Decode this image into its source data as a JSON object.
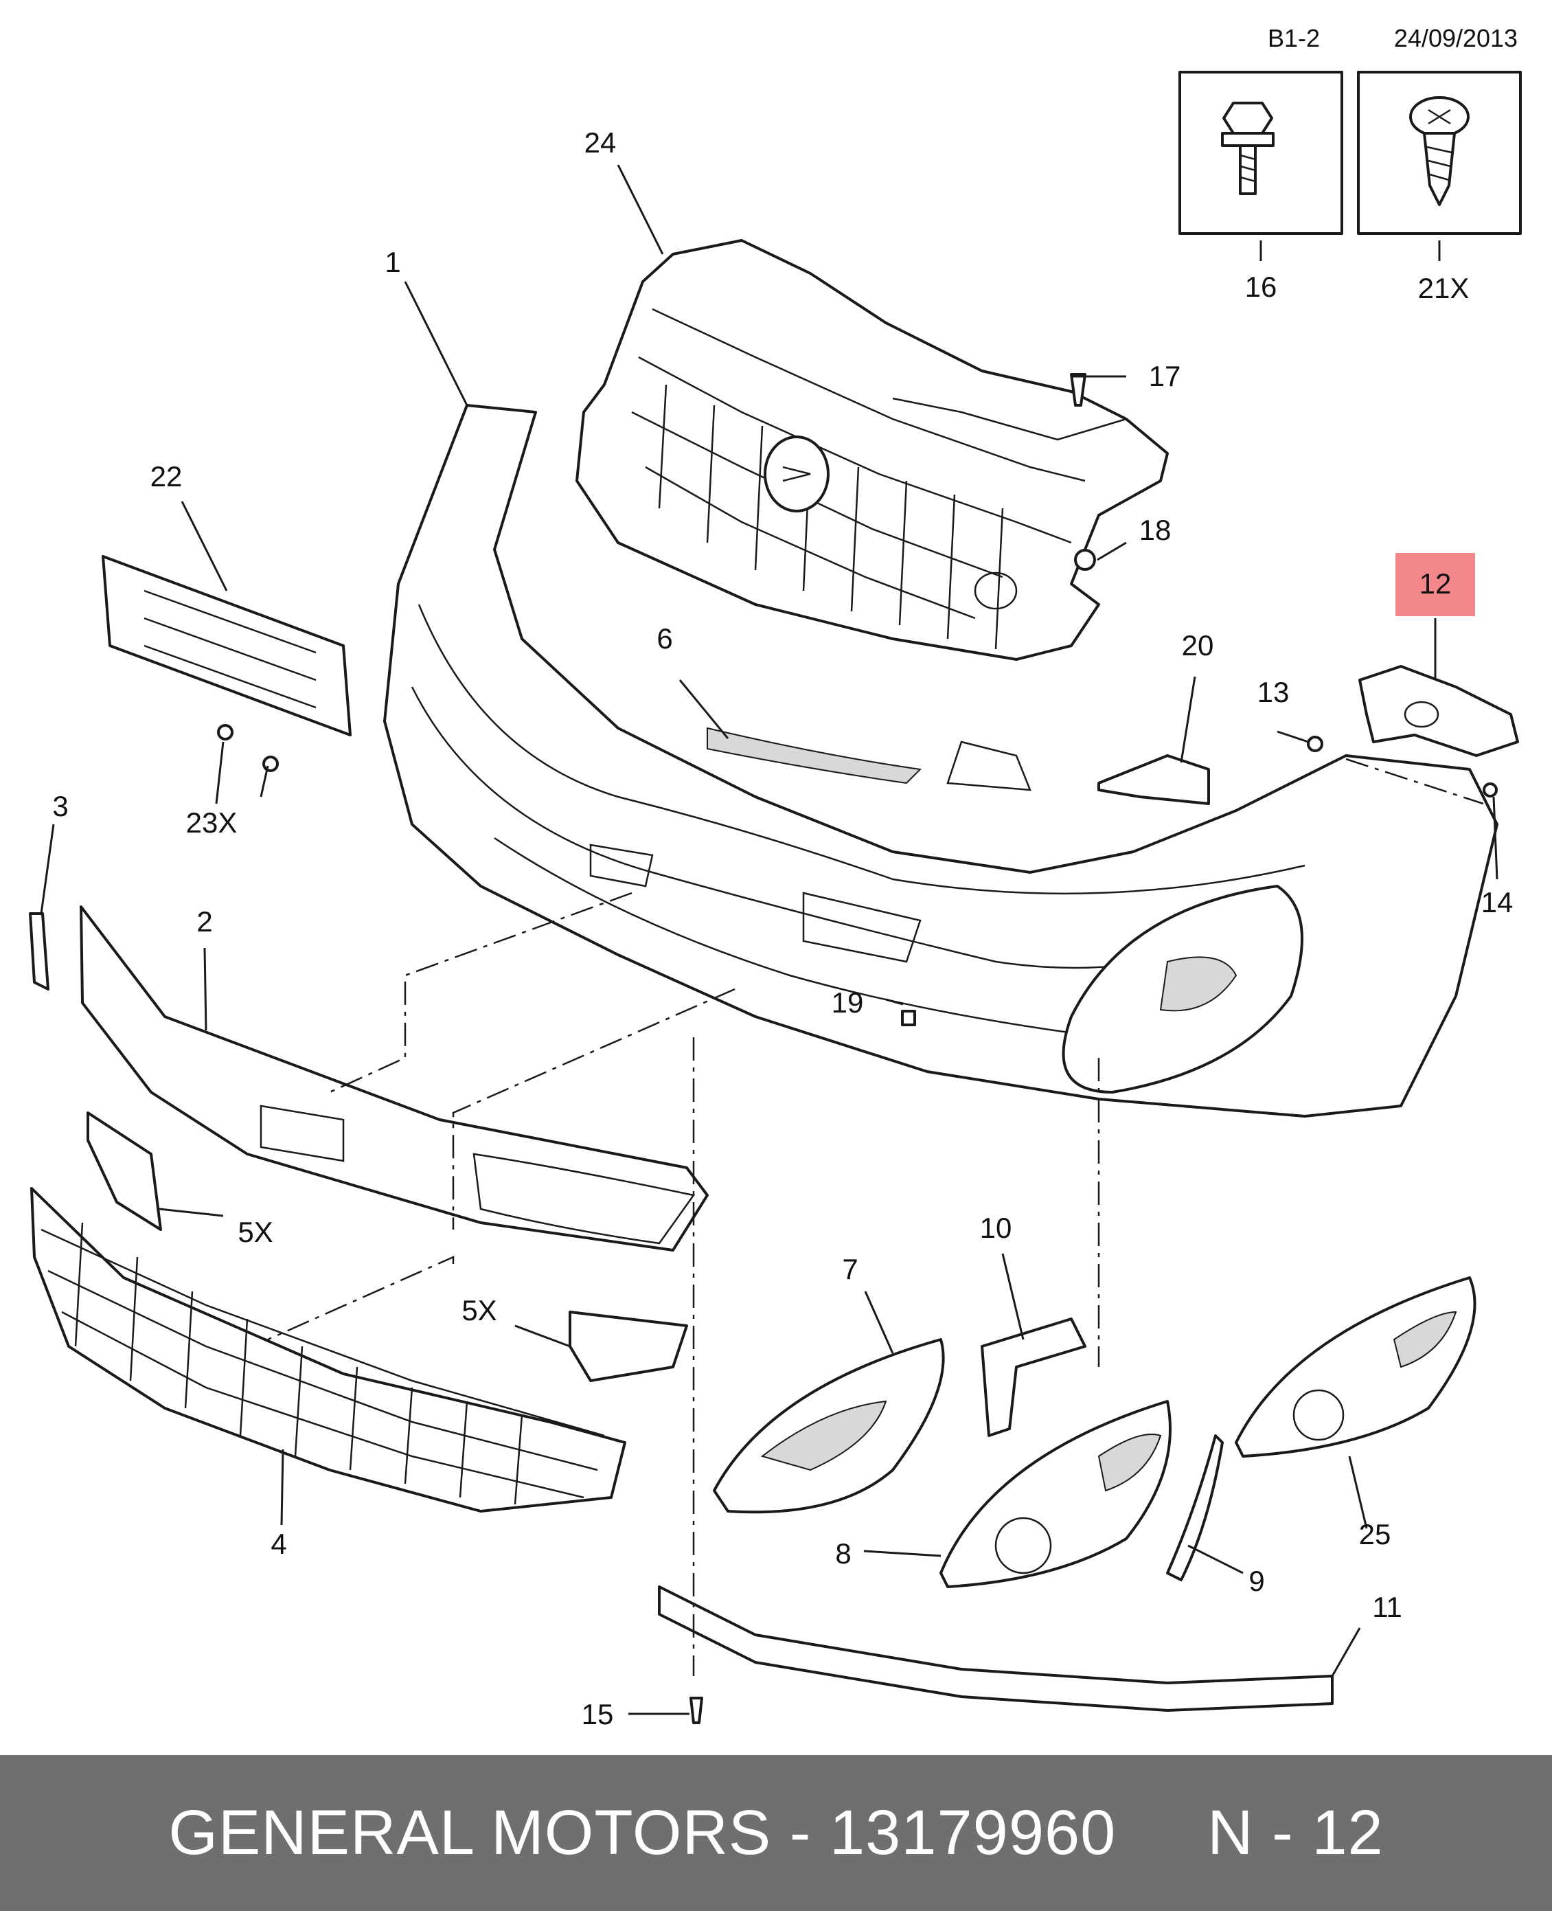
{
  "header": {
    "code": "B1-2",
    "date": "24/09/2013"
  },
  "callouts": [
    {
      "id": "c1",
      "label": "1"
    },
    {
      "id": "c2",
      "label": "2"
    },
    {
      "id": "c3",
      "label": "3"
    },
    {
      "id": "c4",
      "label": "4"
    },
    {
      "id": "c5a",
      "label": "5X"
    },
    {
      "id": "c5b",
      "label": "5X"
    },
    {
      "id": "c6",
      "label": "6"
    },
    {
      "id": "c7",
      "label": "7"
    },
    {
      "id": "c8",
      "label": "8"
    },
    {
      "id": "c9",
      "label": "9"
    },
    {
      "id": "c10",
      "label": "10"
    },
    {
      "id": "c11",
      "label": "11"
    },
    {
      "id": "c12",
      "label": "12",
      "highlighted": true
    },
    {
      "id": "c13",
      "label": "13"
    },
    {
      "id": "c14",
      "label": "14"
    },
    {
      "id": "c15",
      "label": "15"
    },
    {
      "id": "c16",
      "label": "16"
    },
    {
      "id": "c17",
      "label": "17"
    },
    {
      "id": "c18",
      "label": "18"
    },
    {
      "id": "c19",
      "label": "19"
    },
    {
      "id": "c20",
      "label": "20"
    },
    {
      "id": "c21",
      "label": "21X"
    },
    {
      "id": "c22",
      "label": "22"
    },
    {
      "id": "c23",
      "label": "23X"
    },
    {
      "id": "c24",
      "label": "24"
    },
    {
      "id": "c25",
      "label": "25"
    }
  ],
  "footer": {
    "text": "GENERAL MOTORS - 13179960     N - 12"
  },
  "colors": {
    "highlight": "#f2888c",
    "footer_bg": "#6f6f6f",
    "footer_text": "#ffffff",
    "line": "#1a1a1a"
  }
}
